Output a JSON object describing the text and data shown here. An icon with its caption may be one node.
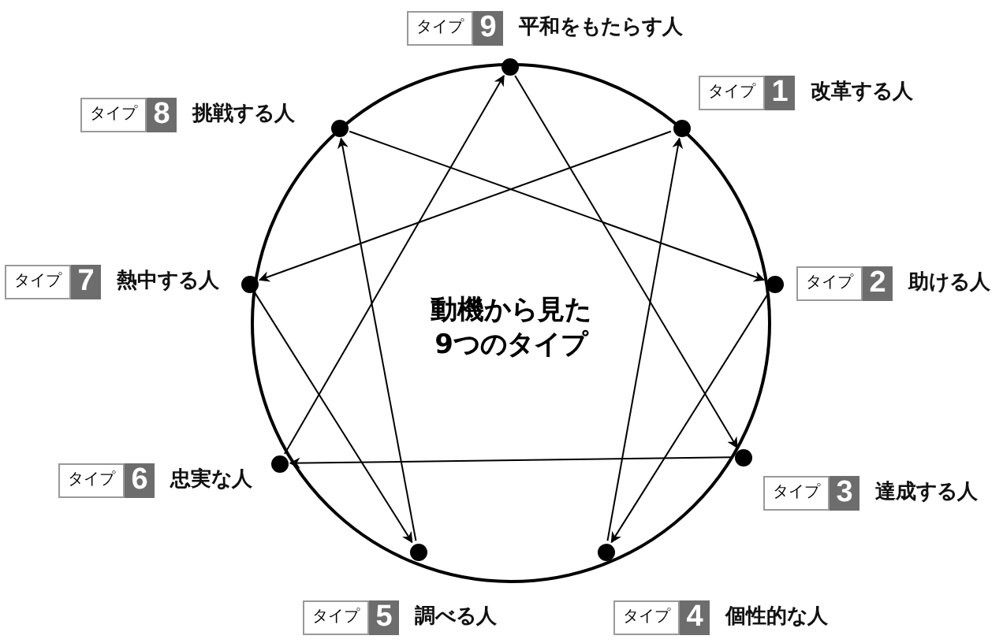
{
  "diagram": {
    "title": "動機から見た9つのタイプ",
    "nodes": [
      {
        "text": [],
        "shape": "circle",
        "beside": [
          "タイプ",
          "9",
          "平和をもたらす人"
        ]
      },
      {
        "text": [],
        "shape": "circle",
        "beside": [
          "タイプ",
          "1",
          "改革する人"
        ]
      },
      {
        "text": [],
        "shape": "circle",
        "beside": [
          "タイプ",
          "2",
          "助ける人"
        ]
      },
      {
        "text": [],
        "shape": "circle",
        "beside": [
          "タイプ",
          "3",
          "達成する人"
        ]
      },
      {
        "text": [],
        "shape": "circle",
        "beside": [
          "タイプ",
          "4",
          "個性的な人"
        ]
      },
      {
        "text": [],
        "shape": "circle",
        "beside": [
          "タイプ",
          "5",
          "調べる人"
        ]
      },
      {
        "text": [],
        "shape": "circle",
        "beside": [
          "タイプ",
          "6",
          "忠実な人"
        ]
      },
      {
        "text": [],
        "shape": "circle",
        "beside": [
          "タイプ",
          "7",
          "熱中する人"
        ]
      },
      {
        "text": [],
        "shape": "circle",
        "beside": [
          "タイプ",
          "8",
          "挑戦する人"
        ]
      }
    ],
    "edges": [
      {
        "from": 1,
        "to": 7,
        "arrow": "to"
      },
      {
        "from": 7,
        "to": 5,
        "arrow": "to"
      },
      {
        "from": 5,
        "to": 8,
        "arrow": "to"
      },
      {
        "from": 8,
        "to": 2,
        "arrow": "to"
      },
      {
        "from": 2,
        "to": 4,
        "arrow": "to"
      },
      {
        "from": 4,
        "to": 1,
        "arrow": "to"
      },
      {
        "from": 0,
        "to": 3,
        "arrow": "to"
      },
      {
        "from": 3,
        "to": 6,
        "arrow": "to"
      },
      {
        "from": 6,
        "to": 0,
        "arrow": "to"
      }
    ]
  }
}
